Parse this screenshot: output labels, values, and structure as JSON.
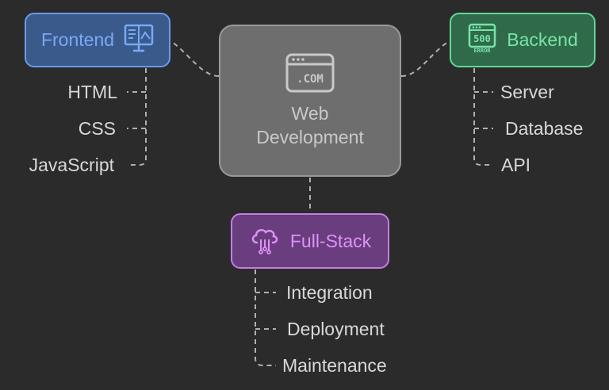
{
  "center": {
    "title": "Web Development",
    "icon_name": "browser-window-com-icon",
    "icon_text": ".COM"
  },
  "frontend": {
    "title": "Frontend",
    "icon_name": "ui-layout-icon",
    "items": [
      "HTML",
      "CSS",
      "JavaScript"
    ]
  },
  "backend": {
    "title": "Backend",
    "icon_name": "server-error-500-icon",
    "icon_code": "500",
    "icon_code_caption": "ERROR",
    "items": [
      "Server",
      "Database",
      "API"
    ]
  },
  "fullstack": {
    "title": "Full-Stack",
    "icon_name": "cloud-circuit-icon",
    "items": [
      "Integration",
      "Deployment",
      "Maintenance"
    ]
  },
  "colors": {
    "background": "#2b2b2b",
    "frontend": "#79a9f5",
    "backend": "#78e3a8",
    "fullstack": "#dc92f6",
    "center": "#c9c9c9",
    "connector": "#b0b0b0"
  }
}
